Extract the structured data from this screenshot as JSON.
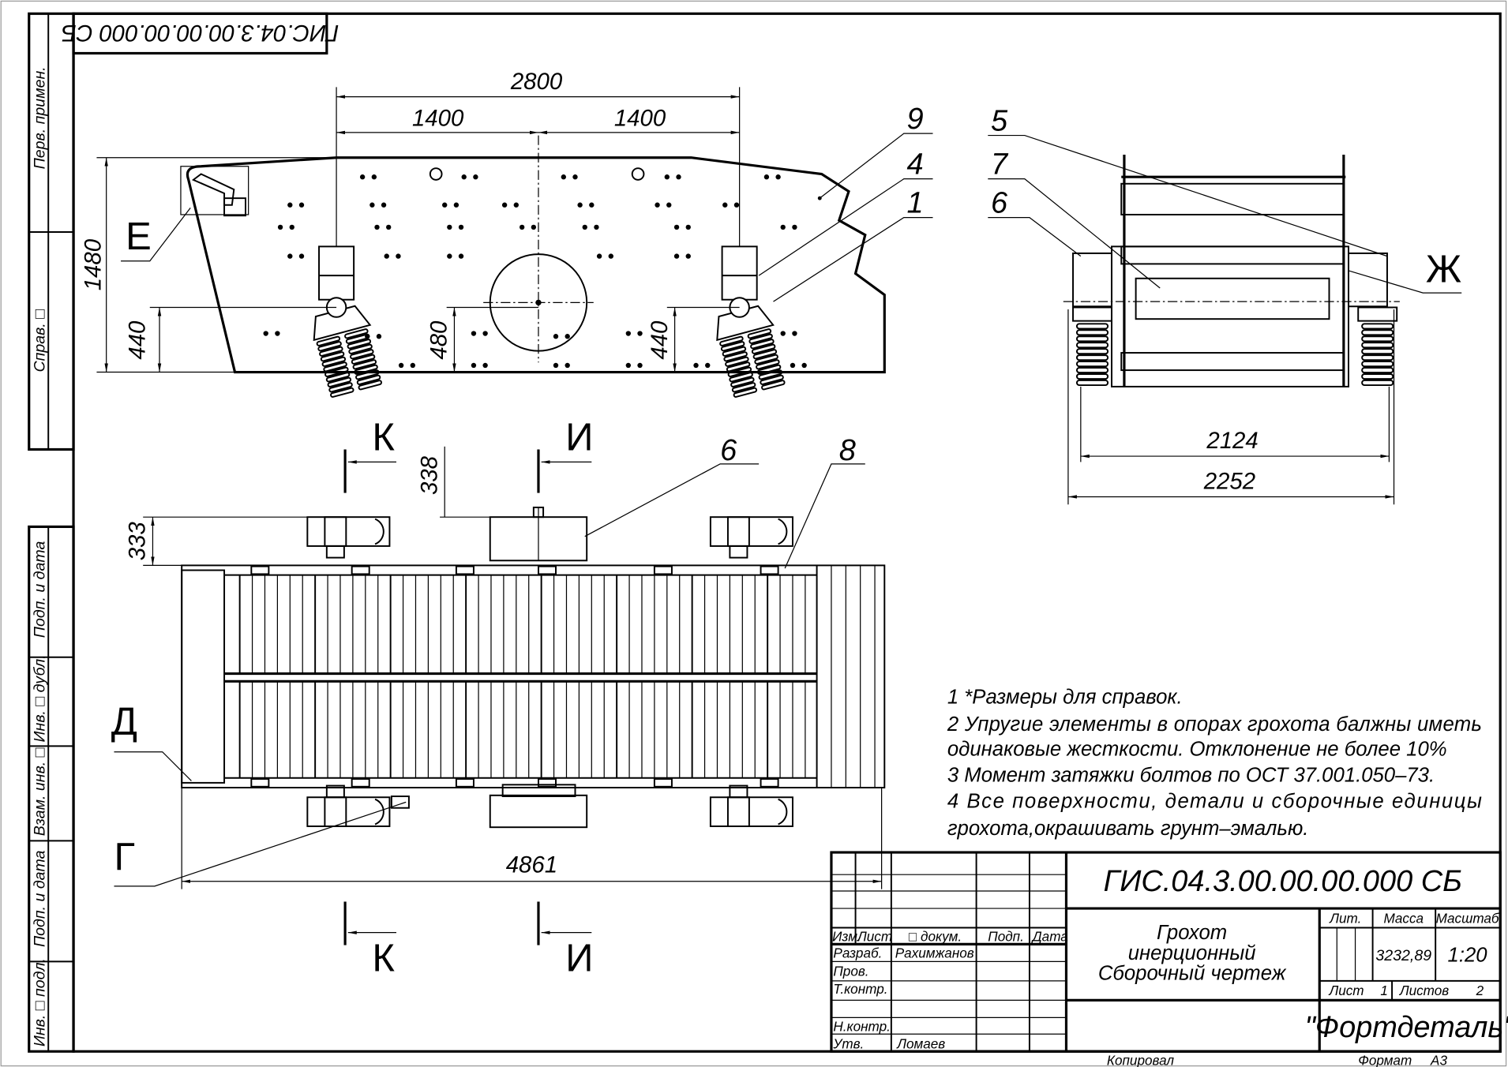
{
  "stamp_code_rotated": "ГИС.04.3.00.00.00.000 СБ",
  "margin": {
    "perv_primen": "Перв. примен.",
    "sprav": "Справ. □",
    "podp_data_1": "Подп. и дата",
    "inv_dubl": "Инв. □ дубл.",
    "vzam_inv": "Взам. инв. □",
    "podp_data_2": "Подп. и дата",
    "inv_podl": "Инв. □ подл."
  },
  "side_view": {
    "dim_total": "2800",
    "dim_left": "1400",
    "dim_right": "1400",
    "dim_height": "1480",
    "dim_support_left": "440",
    "dim_center": "480",
    "dim_support_right": "440",
    "callout_9": "9",
    "callout_4": "4",
    "callout_1": "1",
    "view_e": "Е"
  },
  "end_view": {
    "callout_5": "5",
    "callout_7": "7",
    "callout_6": "6",
    "view_zh": "Ж",
    "dim_inner": "2124",
    "dim_outer": "2252"
  },
  "plan_view": {
    "section_k_top": "К",
    "section_i_top": "И",
    "section_k_bottom": "К",
    "section_i_bottom": "И",
    "callout_6": "6",
    "callout_8": "8",
    "dim_333": "333",
    "dim_338": "338",
    "view_d": "Д",
    "view_g": "Г",
    "dim_length": "4861"
  },
  "notes": [
    "1  *Размеры для справок.",
    "2 Упругие  элементы  в  опорах  грохота  балжны  иметь",
    "одинаковые жесткости. Отклонение не более 10%",
    "3  Момент затяжки болтов по ОСТ 37.001.050–73.",
    "4  Все    поверхности,    детали    и    сборочные    единицы",
    "грохота,окрашивать грунт–эмалью."
  ],
  "title_block": {
    "code": "ГИС.04.3.00.00.00.000 СБ",
    "name_line1": "Грохот",
    "name_line2": "инерционный",
    "name_line3": "Сборочный чертеж",
    "hdr_izm": "Изм.",
    "hdr_list": "Лист",
    "hdr_dokum": "□ докум.",
    "hdr_podp": "Подп.",
    "hdr_data": "Дата",
    "role_razrab": "Разраб.",
    "name_razrab": "Рахимжанов",
    "role_prov": "Пров.",
    "role_tkontr": "Т.контр.",
    "role_nkontr": "Н.контр.",
    "role_utv": "Утв.",
    "name_utv": "Ломаев",
    "hdr_lit": "Лит.",
    "hdr_massa": "Масса",
    "hdr_masshtab": "Масштаб",
    "massa": "3232,89",
    "masshtab": "1:20",
    "sheet_label": "Лист",
    "sheet": "1",
    "sheets_label": "Листов",
    "sheets": "2",
    "company": "\"Фортдеталь\"",
    "kopiroval": "Копировал",
    "format_label": "Формат",
    "format": "А3"
  }
}
